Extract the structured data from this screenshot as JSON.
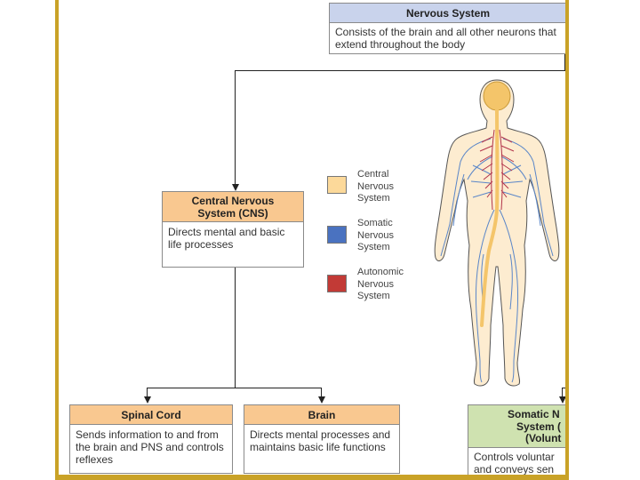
{
  "nervous_system": {
    "title": "Nervous System",
    "description": "Consists of the brain and all other neurons that extend throughout the body"
  },
  "cns": {
    "title": "Central Nervous System (CNS)",
    "description": "Directs mental and basic life processes"
  },
  "spinal_cord": {
    "title": "Spinal Cord",
    "description": "Sends information to and from the brain and PNS and controls reflexes"
  },
  "brain": {
    "title": "Brain",
    "description": "Directs mental processes and maintains basic life functions"
  },
  "somatic_box": {
    "title_line1": "Somatic N",
    "title_line2": "System (",
    "title_line3": "(Volunt",
    "description_line1": "Controls voluntar",
    "description_line2": "and conveys sen"
  },
  "legend": [
    {
      "label": "Central\nNervous\nSystem",
      "color": "#fcd99a"
    },
    {
      "label": "Somatic\nNervous\nSystem",
      "color": "#4a72c0"
    },
    {
      "label": "Autonomic\nNervous\nSystem",
      "color": "#c23a36"
    }
  ],
  "colors": {
    "frame": "#c9a227",
    "body_fill": "#fdecd0",
    "cns_color": "#f4c56a",
    "somatic_color": "#5a86c8",
    "autonomic_color": "#b2344a"
  }
}
